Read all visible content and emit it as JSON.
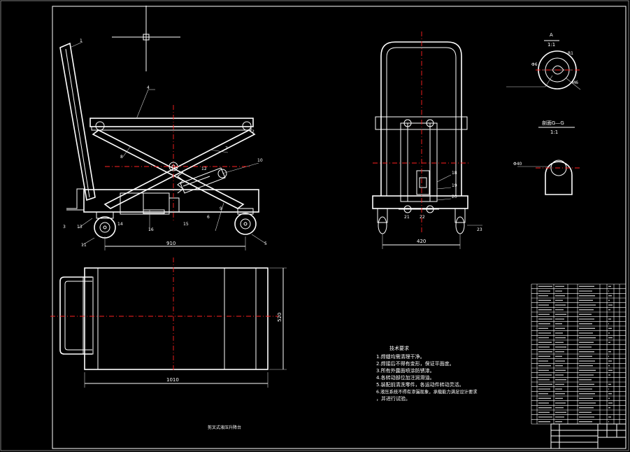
{
  "drawing": {
    "colors": {
      "background": "#000000",
      "line": "#ffffff",
      "centerline": "#ff2020"
    },
    "views": {
      "section_a": {
        "title": "A",
        "scale": "1:1"
      },
      "section_g": {
        "title": "剖面G—G",
        "scale": "1:1"
      }
    },
    "dimensions": {
      "side_length": "910",
      "front_width": "420",
      "top_length": "1010",
      "top_width": "520"
    },
    "tech_notes": {
      "heading": "技术要求",
      "items": [
        "1.焊缝均需清理干净。",
        "2.焊接后不得有变形，保证平面度。",
        "3.所有外露面喷涂防锈漆。",
        "4.各转动部位加注润滑油。",
        "5.装配前清洗零件，各运动件转动灵活。",
        "6.液压系统不得有渗漏现象，承载能力满足设计要求",
        "  ，并进行试验。"
      ]
    },
    "footer_title": "剪叉式液压升降台"
  }
}
